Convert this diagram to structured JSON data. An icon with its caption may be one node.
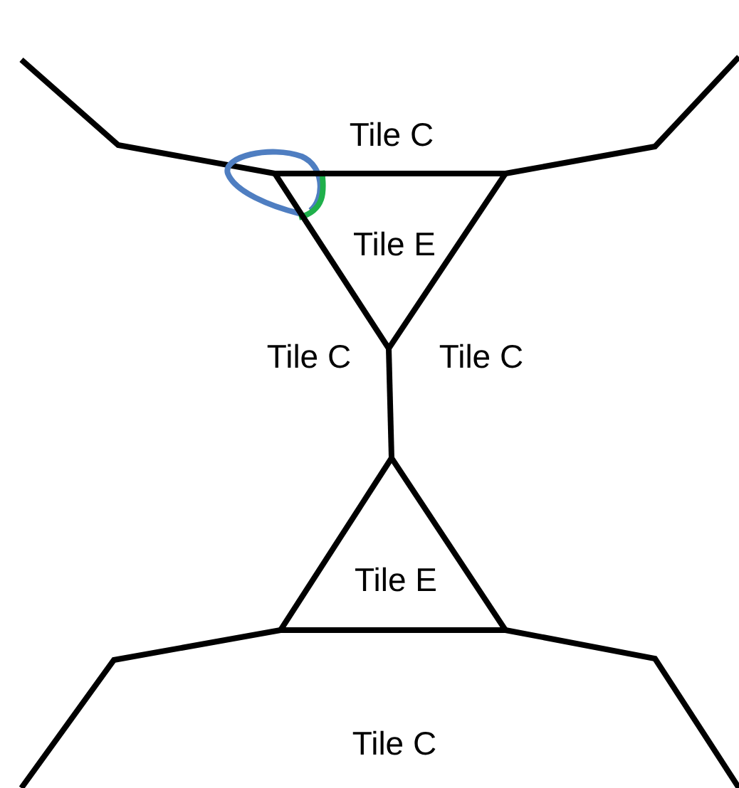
{
  "diagram": {
    "nodes": [
      {
        "text": [
          "Tile E"
        ]
      },
      {
        "text": [
          "Tile E"
        ]
      }
    ],
    "edges": [
      {
        "from": 0,
        "to": 1,
        "arrow": "none"
      }
    ],
    "labels": [
      "Tile C",
      "Tile C",
      "Tile C",
      "Tile C"
    ]
  }
}
